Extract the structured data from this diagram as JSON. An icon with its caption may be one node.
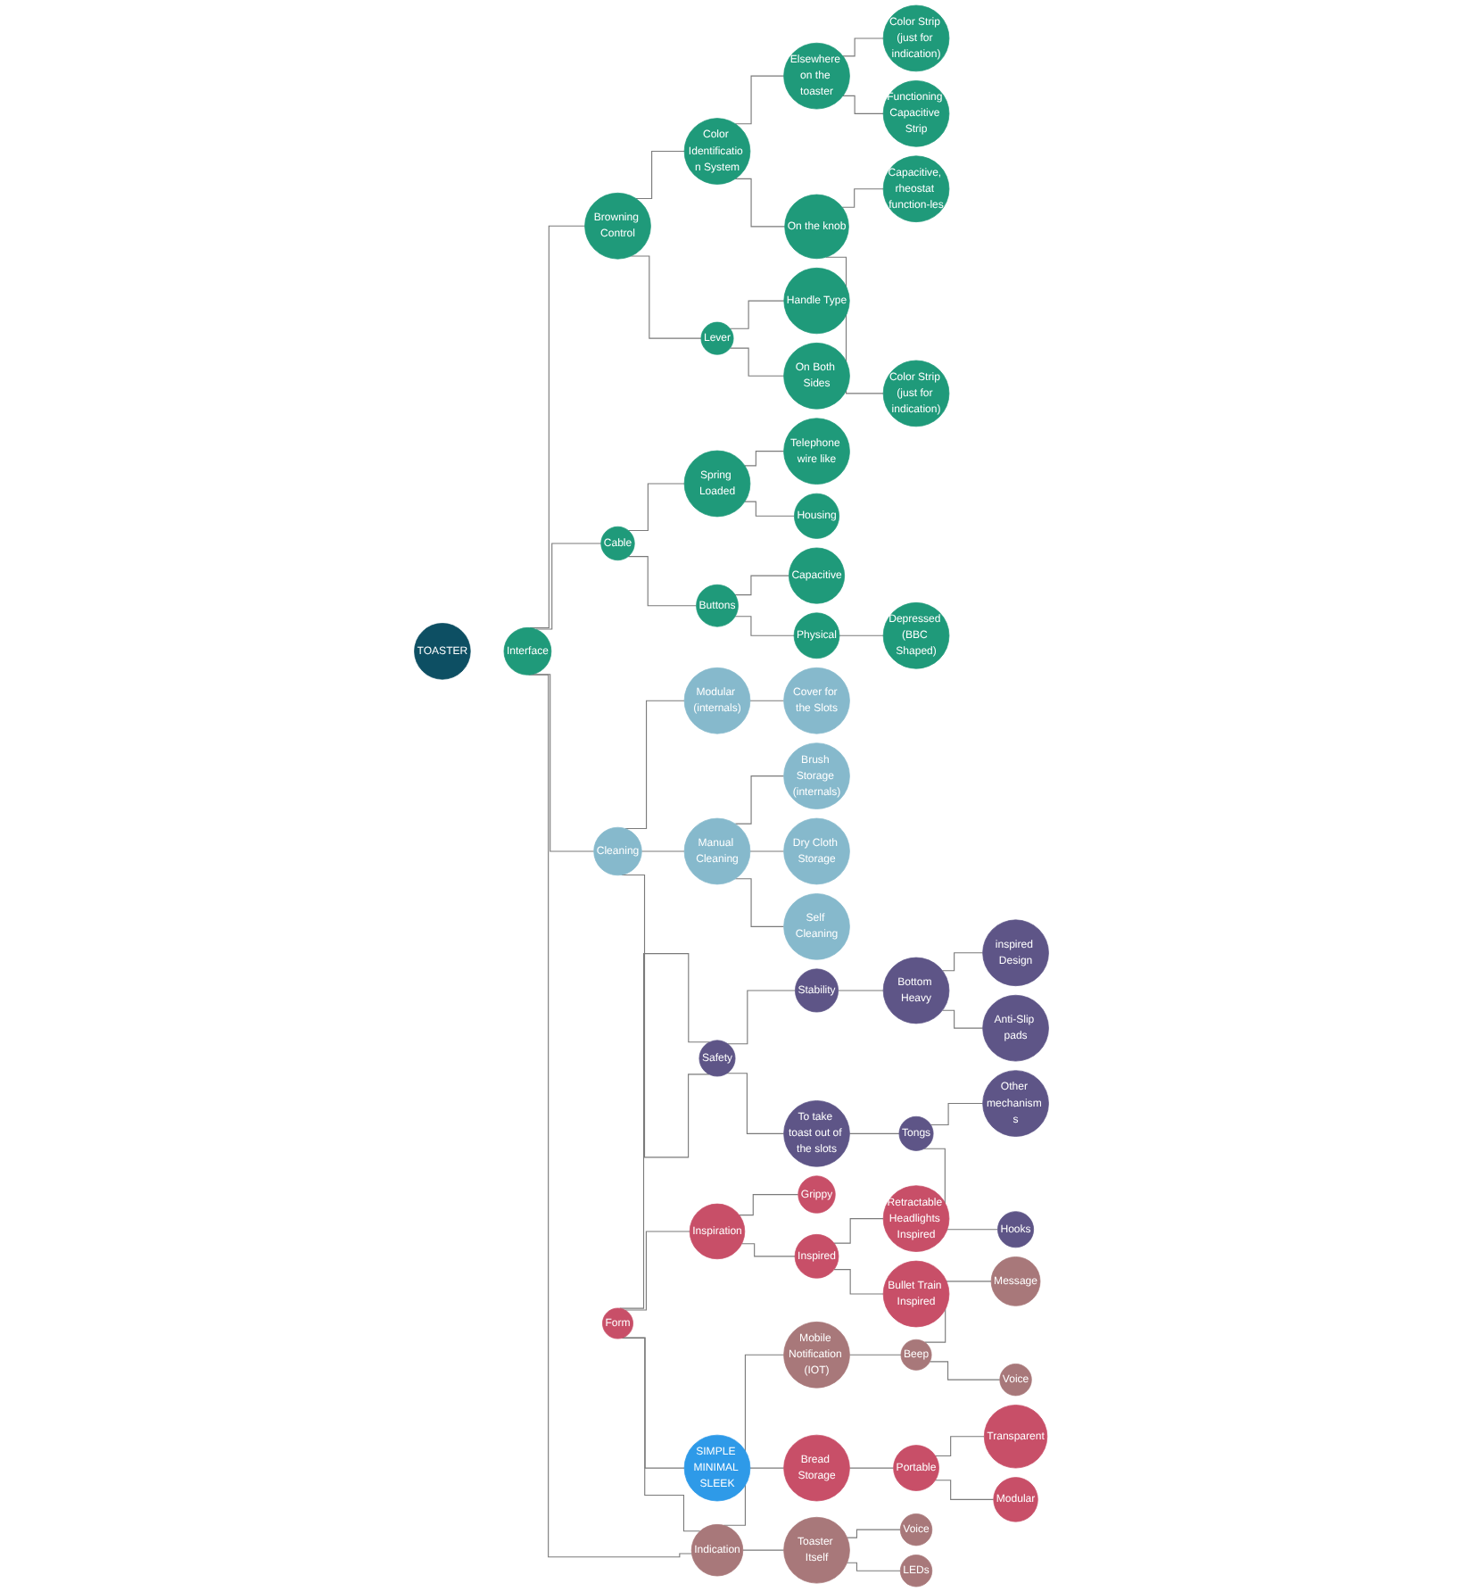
{
  "diagram": {
    "nodes": [
      {
        "text": [
          "TOASTER"
        ]
      },
      {
        "text": [
          "Interface"
        ]
      },
      {
        "text": [
          "Cleaning"
        ]
      },
      {
        "text": [
          "Safety"
        ]
      },
      {
        "text": [
          "Form"
        ]
      },
      {
        "text": [
          "Indication"
        ]
      },
      {
        "text": [
          "Browning Control"
        ]
      },
      {
        "text": [
          "Cable"
        ]
      },
      {
        "text": [
          "Color Identificatio n System"
        ]
      },
      {
        "text": [
          "Lever"
        ]
      },
      {
        "text": [
          "Elsewhere on the toaster"
        ]
      },
      {
        "text": [
          "On the knob"
        ]
      },
      {
        "text": [
          "Color Strip (just for indication)"
        ]
      },
      {
        "text": [
          "Functioning Capacitive Strip"
        ]
      },
      {
        "text": [
          "Color Strip (just for indication)"
        ]
      },
      {
        "text": [
          "Capacitive, rheostat function-les"
        ]
      },
      {
        "text": [
          "Handle Type"
        ]
      },
      {
        "text": [
          "On Both Sides"
        ]
      },
      {
        "text": [
          "Spring Loaded"
        ]
      },
      {
        "text": [
          "Buttons"
        ]
      },
      {
        "text": [
          "Telephone wire like"
        ]
      },
      {
        "text": [
          "Housing"
        ]
      },
      {
        "text": [
          "Capacitive"
        ]
      },
      {
        "text": [
          "Physical"
        ]
      },
      {
        "text": [
          "Depressed (BBC Shaped)"
        ]
      },
      {
        "text": [
          "Modular (internals)"
        ]
      },
      {
        "text": [
          "Cover for the Slots"
        ]
      },
      {
        "text": [
          "Manual Cleaning"
        ]
      },
      {
        "text": [
          "Brush Storage (internals)"
        ]
      },
      {
        "text": [
          "Dry Cloth Storage"
        ]
      },
      {
        "text": [
          "Self Cleaning"
        ]
      },
      {
        "text": [
          "Stability"
        ]
      },
      {
        "text": [
          "To take toast out of the slots"
        ]
      },
      {
        "text": [
          "Bottom Heavy"
        ]
      },
      {
        "text": [
          "inspired Design"
        ]
      },
      {
        "text": [
          "Anti-Slip pads"
        ]
      },
      {
        "text": [
          "Tongs"
        ]
      },
      {
        "text": [
          "Other mechanism s"
        ]
      },
      {
        "text": [
          "Hooks"
        ]
      },
      {
        "text": [
          "Inspiration"
        ]
      },
      {
        "text": [
          "SIMPLE MINIMAL SLEEK"
        ]
      },
      {
        "text": [
          "Grippy"
        ]
      },
      {
        "text": [
          "Inspired"
        ]
      },
      {
        "text": [
          "Retractable Headlights Inspired"
        ]
      },
      {
        "text": [
          "Bullet Train Inspired"
        ]
      },
      {
        "text": [
          "Bread Storage"
        ]
      },
      {
        "text": [
          "Portable"
        ]
      },
      {
        "text": [
          "Transparent"
        ]
      },
      {
        "text": [
          "Modular"
        ]
      },
      {
        "text": [
          "Mobile Notification (IOT)"
        ]
      },
      {
        "text": [
          "Toaster Itself"
        ]
      },
      {
        "text": [
          "Beep"
        ]
      },
      {
        "text": [
          "Message"
        ]
      },
      {
        "text": [
          "Voice"
        ]
      },
      {
        "text": [
          "Voice"
        ]
      },
      {
        "text": [
          "LEDs"
        ]
      }
    ],
    "edges": [
      {
        "from": 1,
        "to": 2,
        "arrow": "none"
      },
      {
        "from": 1,
        "to": 5,
        "arrow": "none"
      },
      {
        "from": 2,
        "to": 3,
        "arrow": "none"
      },
      {
        "from": 4,
        "to": 5,
        "arrow": "none"
      },
      {
        "from": 4,
        "to": 3,
        "arrow": "none"
      },
      {
        "from": 1,
        "to": 6,
        "arrow": "none"
      },
      {
        "from": 1,
        "to": 7,
        "arrow": "none"
      },
      {
        "from": 6,
        "to": 8,
        "arrow": "none"
      },
      {
        "from": 6,
        "to": 9,
        "arrow": "none"
      },
      {
        "from": 8,
        "to": 10,
        "arrow": "none"
      },
      {
        "from": 8,
        "to": 11,
        "arrow": "none"
      },
      {
        "from": 10,
        "to": 12,
        "arrow": "none"
      },
      {
        "from": 10,
        "to": 13,
        "arrow": "none"
      },
      {
        "from": 11,
        "to": 15,
        "arrow": "none"
      },
      {
        "from": 11,
        "to": 14,
        "arrow": "none"
      },
      {
        "from": 9,
        "to": 16,
        "arrow": "none"
      },
      {
        "from": 9,
        "to": 17,
        "arrow": "none"
      },
      {
        "from": 7,
        "to": 18,
        "arrow": "none"
      },
      {
        "from": 7,
        "to": 19,
        "arrow": "none"
      },
      {
        "from": 18,
        "to": 20,
        "arrow": "none"
      },
      {
        "from": 18,
        "to": 21,
        "arrow": "none"
      },
      {
        "from": 19,
        "to": 22,
        "arrow": "none"
      },
      {
        "from": 19,
        "to": 23,
        "arrow": "none"
      },
      {
        "from": 23,
        "to": 24,
        "arrow": "none"
      },
      {
        "from": 2,
        "to": 25,
        "arrow": "none"
      },
      {
        "from": 2,
        "to": 27,
        "arrow": "none"
      },
      {
        "from": 25,
        "to": 26,
        "arrow": "none"
      },
      {
        "from": 27,
        "to": 28,
        "arrow": "none"
      },
      {
        "from": 27,
        "to": 29,
        "arrow": "none"
      },
      {
        "from": 27,
        "to": 30,
        "arrow": "none"
      },
      {
        "from": 3,
        "to": 31,
        "arrow": "none"
      },
      {
        "from": 3,
        "to": 32,
        "arrow": "none"
      },
      {
        "from": 31,
        "to": 33,
        "arrow": "none"
      },
      {
        "from": 33,
        "to": 34,
        "arrow": "none"
      },
      {
        "from": 33,
        "to": 35,
        "arrow": "none"
      },
      {
        "from": 32,
        "to": 36,
        "arrow": "none"
      },
      {
        "from": 36,
        "to": 37,
        "arrow": "none"
      },
      {
        "from": 36,
        "to": 38,
        "arrow": "none"
      },
      {
        "from": 4,
        "to": 39,
        "arrow": "none"
      },
      {
        "from": 4,
        "to": 40,
        "arrow": "none"
      },
      {
        "from": 39,
        "to": 41,
        "arrow": "none"
      },
      {
        "from": 39,
        "to": 42,
        "arrow": "none"
      },
      {
        "from": 42,
        "to": 43,
        "arrow": "none"
      },
      {
        "from": 42,
        "to": 44,
        "arrow": "none"
      },
      {
        "from": 40,
        "to": 45,
        "arrow": "none"
      },
      {
        "from": 45,
        "to": 46,
        "arrow": "none"
      },
      {
        "from": 46,
        "to": 47,
        "arrow": "none"
      },
      {
        "from": 46,
        "to": 48,
        "arrow": "none"
      },
      {
        "from": 5,
        "to": 50,
        "arrow": "none"
      },
      {
        "from": 5,
        "to": 49,
        "arrow": "none"
      },
      {
        "from": 49,
        "to": 51,
        "arrow": "none"
      },
      {
        "from": 51,
        "to": 52,
        "arrow": "none"
      },
      {
        "from": 51,
        "to": 53,
        "arrow": "none"
      },
      {
        "from": 50,
        "to": 54,
        "arrow": "none"
      },
      {
        "from": 50,
        "to": 55,
        "arrow": "none"
      }
    ]
  }
}
